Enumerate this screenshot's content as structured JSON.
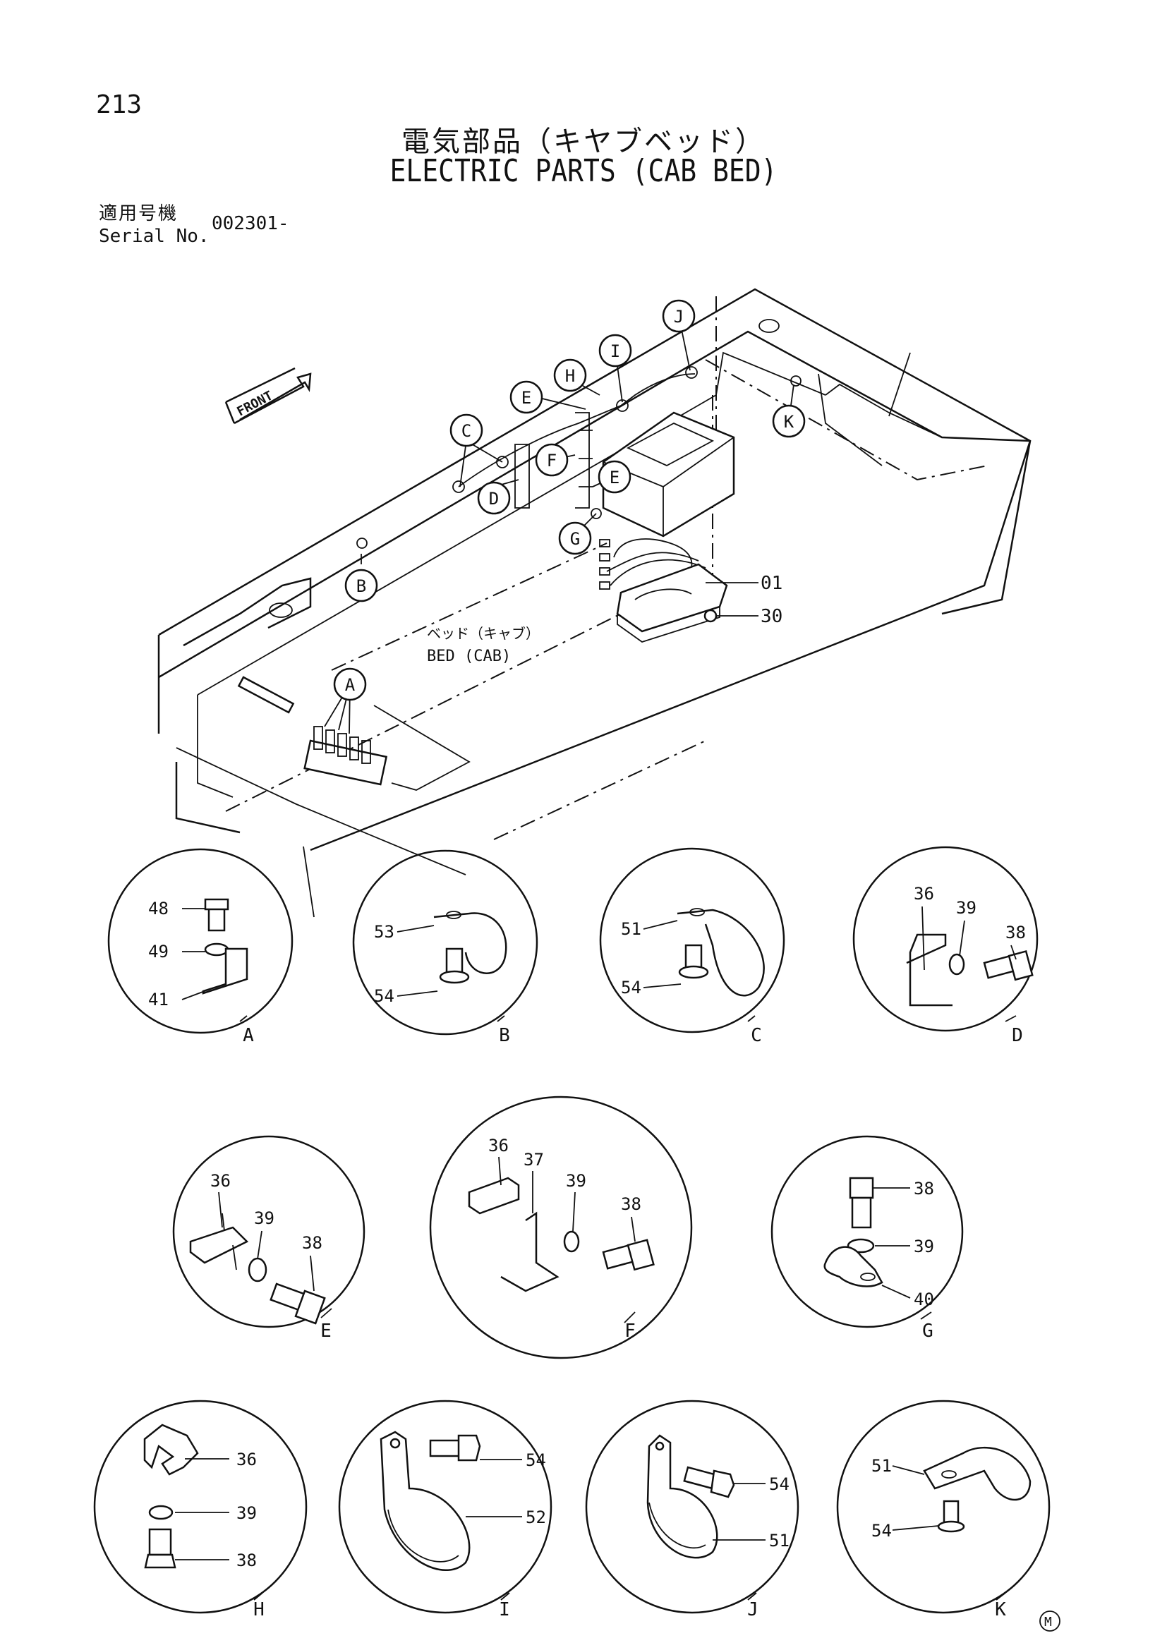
{
  "page_number": "213",
  "title_ja": "電気部品（キヤブベッド）",
  "title_en": "ELECTRIC PARTS (CAB BED)",
  "serial_label_ja": "適用号機",
  "serial_label_en": "Serial No.",
  "serial_value": "002301-",
  "front_label": "FRONT",
  "bed_label_ja": "ベッド（キャブ）",
  "bed_label_en": "BED (CAB)",
  "main_callouts": [
    "A",
    "B",
    "C",
    "D",
    "E",
    "E",
    "F",
    "G",
    "H",
    "I",
    "J",
    "K"
  ],
  "main_part_numbers": [
    "01",
    "30"
  ],
  "details": [
    {
      "letter": "A",
      "parts": [
        "48",
        "49",
        "41"
      ]
    },
    {
      "letter": "B",
      "parts": [
        "53",
        "54"
      ]
    },
    {
      "letter": "C",
      "parts": [
        "51",
        "54"
      ]
    },
    {
      "letter": "D",
      "parts": [
        "36",
        "39",
        "38"
      ]
    },
    {
      "letter": "E",
      "parts": [
        "36",
        "39",
        "38"
      ]
    },
    {
      "letter": "F",
      "parts": [
        "36",
        "37",
        "39",
        "38"
      ]
    },
    {
      "letter": "G",
      "parts": [
        "38",
        "39",
        "40"
      ]
    },
    {
      "letter": "H",
      "parts": [
        "36",
        "39",
        "38"
      ]
    },
    {
      "letter": "I",
      "parts": [
        "54",
        "52"
      ]
    },
    {
      "letter": "J",
      "parts": [
        "54",
        "51"
      ]
    },
    {
      "letter": "K",
      "parts": [
        "51",
        "54"
      ]
    }
  ],
  "footer_mark": "M"
}
